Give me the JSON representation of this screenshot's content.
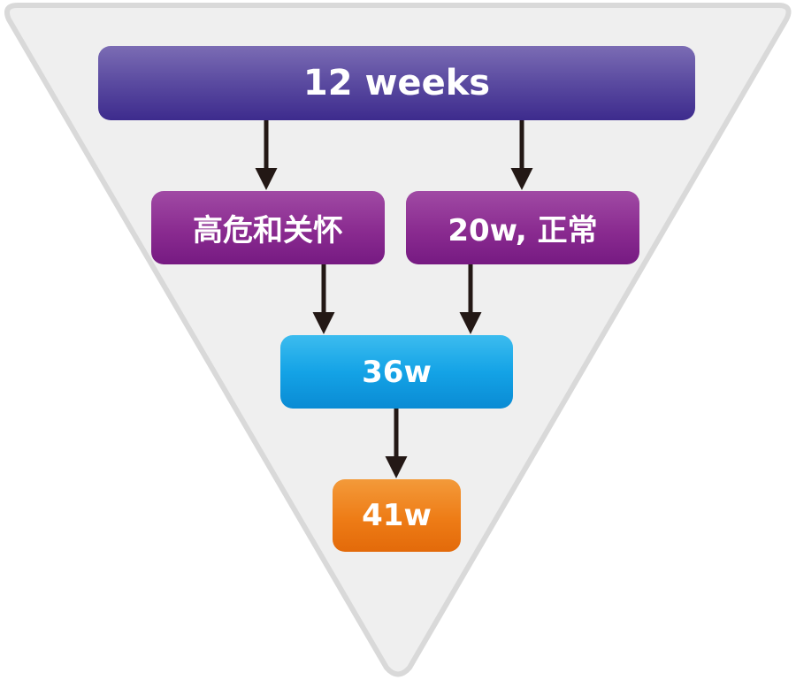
{
  "nodes": {
    "top": "12 weeks",
    "left": "高危和关怀",
    "right": "20w, 正常",
    "middle": "36w",
    "bottom": "41w"
  },
  "colors": {
    "funnel_fill": "#efefef",
    "funnel_border": "#d9d9d9",
    "arrow": "#231815",
    "top_box": "#5a4aa0",
    "second_row_boxes": "#8a2b90",
    "middle_box": "#14a3e6",
    "bottom_box": "#ee7c16",
    "text": "#ffffff"
  }
}
